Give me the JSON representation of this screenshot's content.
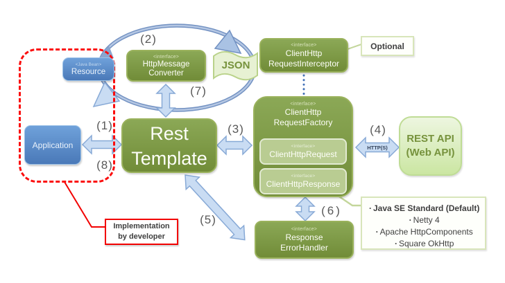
{
  "labels": {
    "n1": "(1)",
    "n2": "(2)",
    "n3": "(3)",
    "n4": "(4)",
    "n5": "(5)",
    "n6": "(6)",
    "n7": "(7)",
    "n8": "(8)"
  },
  "boxes": {
    "resource": {
      "stereotype": "<Java Bean>",
      "name": "Resource"
    },
    "converter": {
      "stereotype": "<interface>",
      "line1": "HttpMessage",
      "line2": "Converter"
    },
    "json": "JSON",
    "interceptor": {
      "stereotype": "<interface>",
      "line1": "ClientHttp",
      "line2": "RequestInterceptor"
    },
    "optional": "Optional",
    "factory": {
      "stereotype": "<interface>",
      "line1": "ClientHttp",
      "line2": "RequestFactory"
    },
    "request": {
      "stereotype": "<interface>",
      "name": "ClientHttpRequest"
    },
    "response": {
      "stereotype": "<interface>",
      "name": "ClientHttpResponse"
    },
    "rest_template": {
      "line1": "Rest",
      "line2": "Template"
    },
    "application": "Application",
    "rest_api": {
      "line1": "REST API",
      "line2": "(Web API)"
    },
    "error_handler": {
      "stereotype": "<interface>",
      "line1": "Response",
      "line2": "ErrorHandler"
    },
    "implementation": {
      "line1": "Implementation",
      "line2": "by developer"
    },
    "http_protocol": "HTTP(S)"
  },
  "list": {
    "items": [
      "Java SE Standard (Default)",
      "Netty 4",
      "Apache HttpComponents",
      "Square OkHttp"
    ]
  },
  "colors": {
    "green_box": "#7C9A44",
    "pale_green_box": "#B9CC92",
    "blue_box": "#4F81BD",
    "arrow_fill": "#C9DCF3",
    "arrow_stroke": "#87A9D6",
    "red_accent": "#FF0000",
    "json_banner": "#E7F1D3",
    "number_gray": "#595959"
  }
}
